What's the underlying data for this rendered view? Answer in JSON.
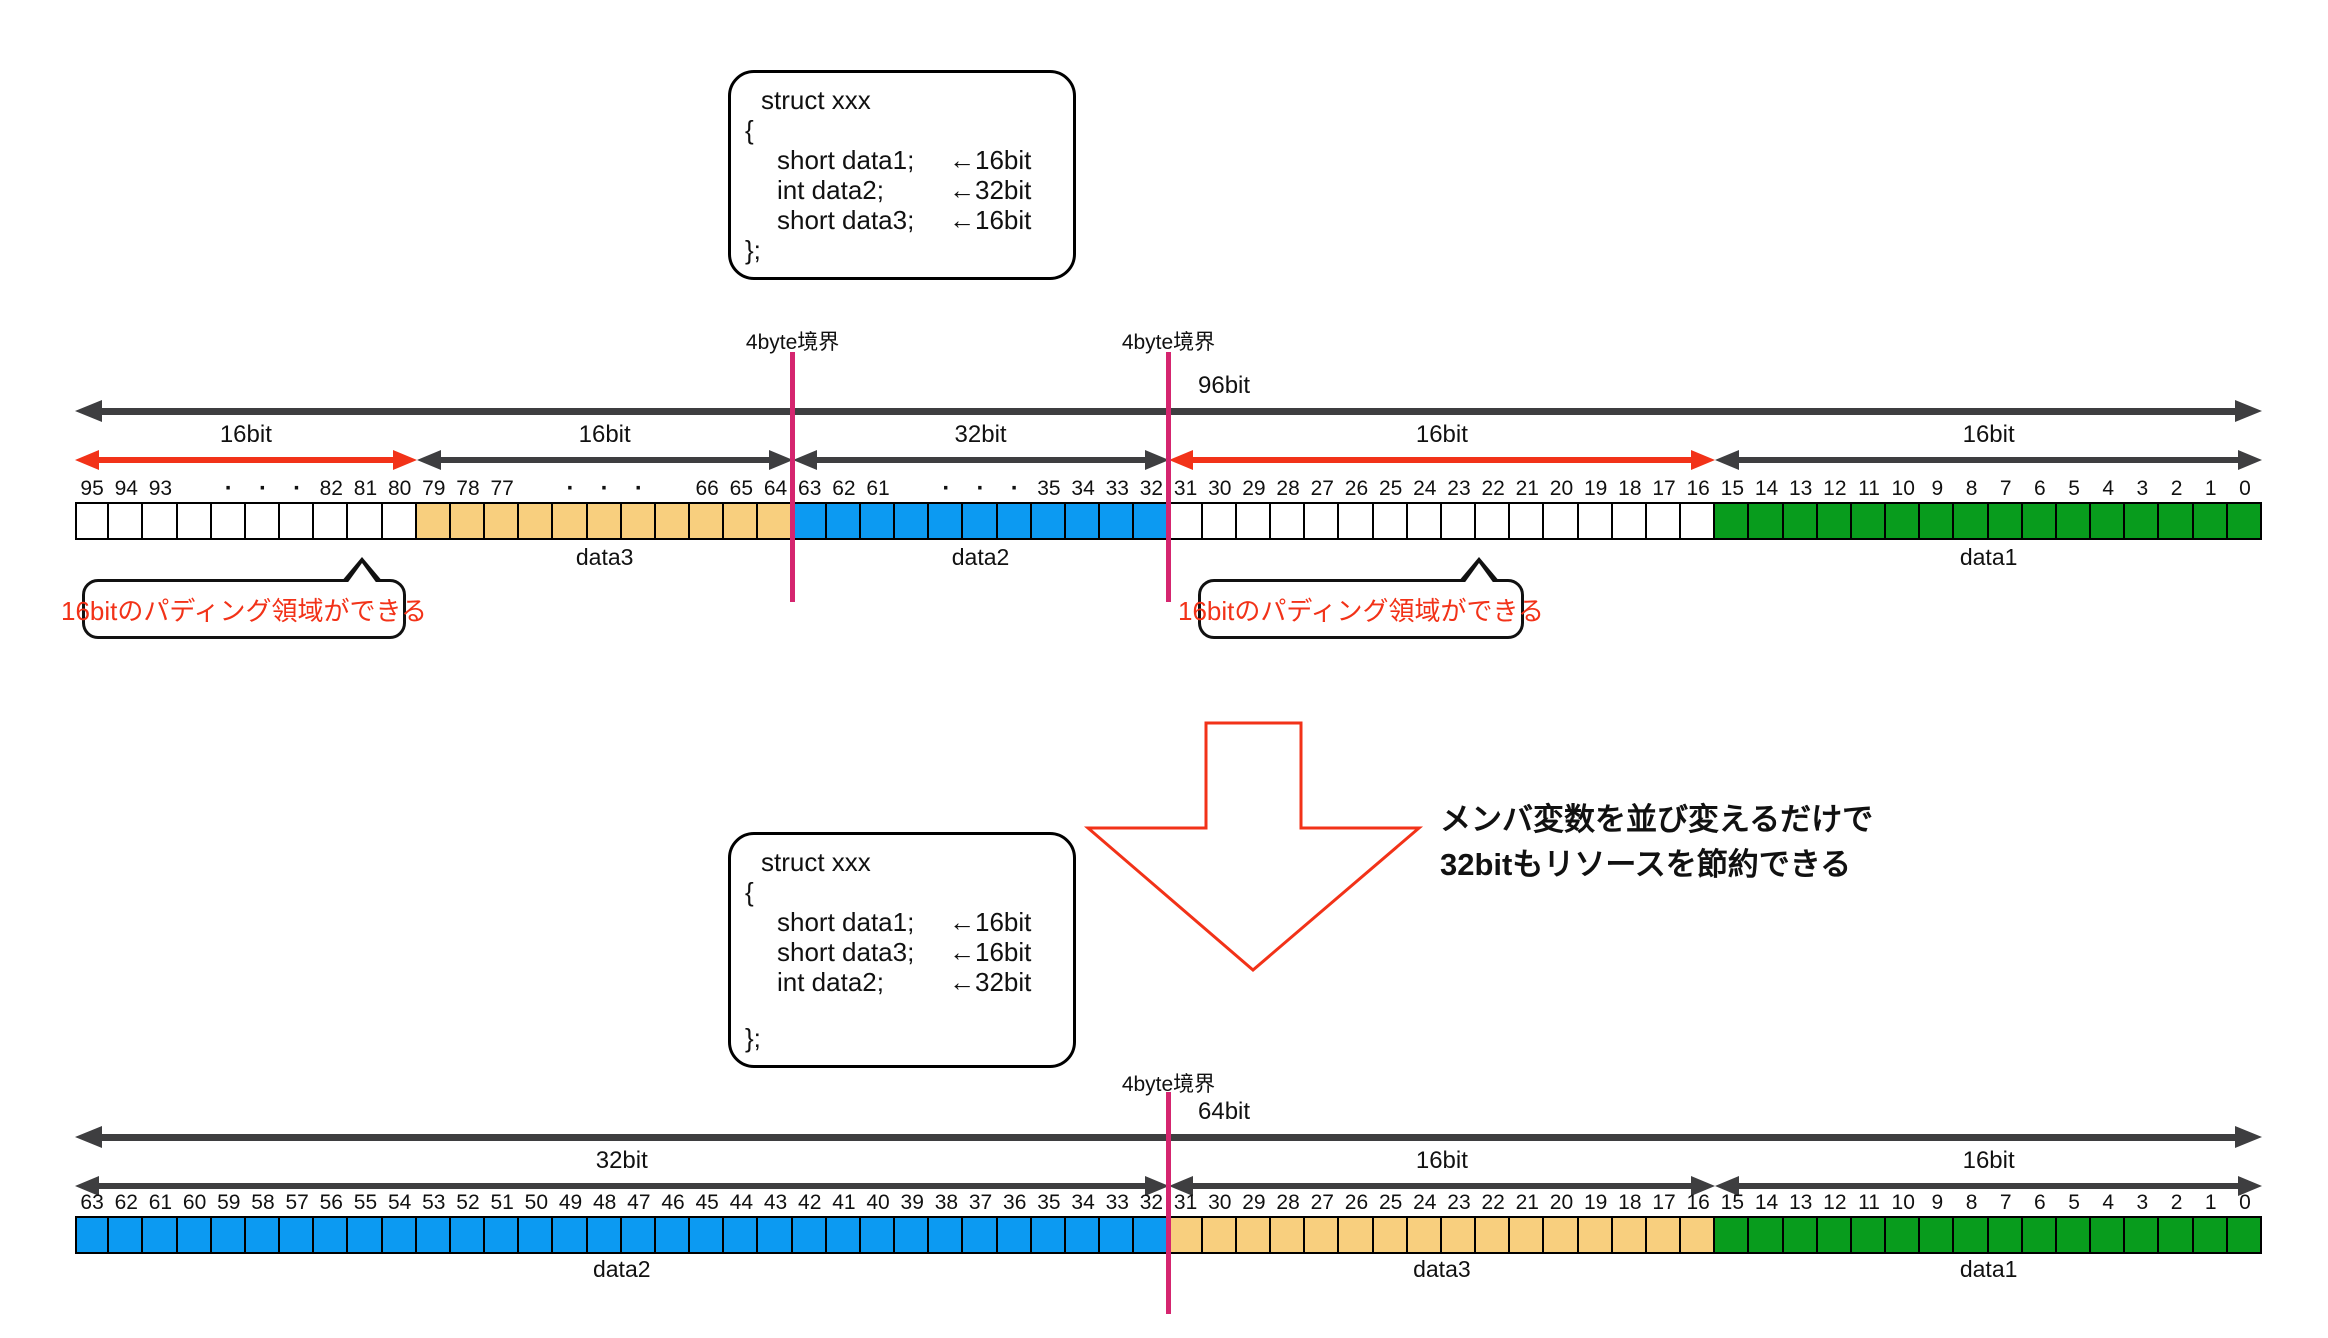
{
  "colors": {
    "highlight_red": "#f23218",
    "arrow_dark": "#3e3e40",
    "boundary_magenta": "#d5256f",
    "data1_fill": "#089c1d",
    "data2_fill": "#0c9af2",
    "data3_fill": "#f8cf7e",
    "padding_fill": "#ffffff"
  },
  "code_boxes": [
    {
      "header": "struct xxx",
      "open_brace": "{",
      "members": [
        {
          "decl": "short data1;",
          "note": "←16bit"
        },
        {
          "decl": "int data2;",
          "note": "←32bit"
        },
        {
          "decl": "short data3;",
          "note": "←16bit"
        }
      ],
      "close_brace": "};",
      "gap_before_close": false
    },
    {
      "header": "struct xxx",
      "open_brace": "{",
      "members": [
        {
          "decl": "short data1;",
          "note": "←16bit"
        },
        {
          "decl": "short data3;",
          "note": "←16bit"
        },
        {
          "decl": "int data2;",
          "note": "←32bit"
        }
      ],
      "close_brace": "};",
      "gap_before_close": true
    }
  ],
  "transform": {
    "text_lines": [
      "メンバ変数を並び変えるだけで",
      "32bitもリソースを節約できる"
    ]
  },
  "diagrams": [
    {
      "id": "top",
      "total_label": "96bit",
      "boundaries": [
        {
          "label": "4byte境界",
          "at_cell": 21
        },
        {
          "label": "4byte境界",
          "at_cell": 32
        }
      ],
      "sections": [
        {
          "name": "padding-high",
          "arrow": "red",
          "arrow_label": "16bit",
          "fill": "padding_fill",
          "data_label": "",
          "cells": [
            "95",
            "94",
            "93",
            "",
            "·",
            "·",
            "·",
            "82",
            "81",
            "80"
          ]
        },
        {
          "name": "data3",
          "arrow": "dark",
          "arrow_label": "16bit",
          "fill": "data3_fill",
          "data_label": "data3",
          "cells": [
            "79",
            "78",
            "77",
            "",
            "·",
            "·",
            "·",
            "",
            "66",
            "65",
            "64"
          ]
        },
        {
          "name": "data2",
          "arrow": "dark",
          "arrow_label": "32bit",
          "fill": "data2_fill",
          "data_label": "data2",
          "cells": [
            "63",
            "62",
            "61",
            "",
            "·",
            "·",
            "·",
            "35",
            "34",
            "33",
            "32"
          ]
        },
        {
          "name": "padding-low",
          "arrow": "red",
          "arrow_label": "16bit",
          "fill": "padding_fill",
          "data_label": "",
          "cells": [
            "31",
            "30",
            "29",
            "28",
            "27",
            "26",
            "25",
            "24",
            "23",
            "22",
            "21",
            "20",
            "19",
            "18",
            "17",
            "16"
          ]
        },
        {
          "name": "data1",
          "arrow": "dark",
          "arrow_label": "16bit",
          "fill": "data1_fill",
          "data_label": "data1",
          "cells": [
            "15",
            "14",
            "13",
            "12",
            "11",
            "10",
            "9",
            "8",
            "7",
            "6",
            "5",
            "4",
            "3",
            "2",
            "1",
            "0"
          ]
        }
      ],
      "callouts": [
        {
          "text": "16bitのパディング領域ができる"
        },
        {
          "text": "16bitのパディング領域ができる"
        }
      ]
    },
    {
      "id": "bottom",
      "total_label": "64bit",
      "boundaries": [
        {
          "label": "4byte境界",
          "at_cell": 32
        }
      ],
      "sections": [
        {
          "name": "data2",
          "arrow": "dark",
          "arrow_label": "32bit",
          "fill": "data2_fill",
          "data_label": "data2",
          "cells": [
            "63",
            "62",
            "61",
            "60",
            "59",
            "58",
            "57",
            "56",
            "55",
            "54",
            "53",
            "52",
            "51",
            "50",
            "49",
            "48",
            "47",
            "46",
            "45",
            "44",
            "43",
            "42",
            "41",
            "40",
            "39",
            "38",
            "37",
            "36",
            "35",
            "34",
            "33",
            "32"
          ]
        },
        {
          "name": "data3",
          "arrow": "dark",
          "arrow_label": "16bit",
          "fill": "data3_fill",
          "data_label": "data3",
          "cells": [
            "31",
            "30",
            "29",
            "28",
            "27",
            "26",
            "25",
            "24",
            "23",
            "22",
            "21",
            "20",
            "19",
            "18",
            "17",
            "16"
          ]
        },
        {
          "name": "data1",
          "arrow": "dark",
          "arrow_label": "16bit",
          "fill": "data1_fill",
          "data_label": "data1",
          "cells": [
            "15",
            "14",
            "13",
            "12",
            "11",
            "10",
            "9",
            "8",
            "7",
            "6",
            "5",
            "4",
            "3",
            "2",
            "1",
            "0"
          ]
        }
      ],
      "callouts": []
    }
  ]
}
